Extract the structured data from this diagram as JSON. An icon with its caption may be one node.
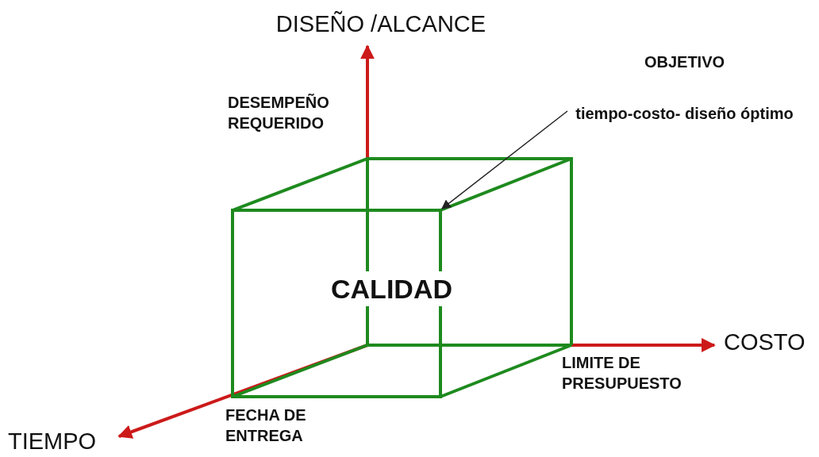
{
  "diagram": {
    "nodes": [
      {
        "text": [
          "CALIDAD"
        ]
      },
      {
        "text": [
          "OBJETIVO",
          "tiempo-costo- diseño óptimo"
        ]
      }
    ],
    "edges": [
      {
        "from": 1,
        "to": 0,
        "arrow": "to"
      }
    ],
    "labels": [
      "DISEÑO /ALCANCE",
      "DESEMPEÑO REQUERIDO",
      "COSTO",
      "LIMITE DE PRESUPUESTO",
      "FECHA DE ENTREGA",
      "TIEMPO"
    ]
  }
}
